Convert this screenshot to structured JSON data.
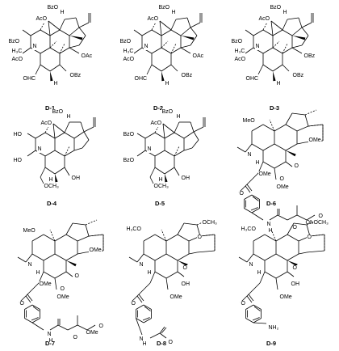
{
  "compounds": [
    {
      "id": "D-1",
      "labels": [
        "BzO",
        "H",
        "AcO",
        "BzO",
        "N",
        "H₃C",
        "AcO",
        "OAc",
        "OHC",
        "H",
        "OBz"
      ]
    },
    {
      "id": "D-2",
      "labels": [
        "BzO",
        "H",
        "AcO",
        "BzO",
        "N",
        "H₃C",
        "AcO",
        "OAc",
        "OHC",
        "H",
        "OBz"
      ]
    },
    {
      "id": "D-3",
      "labels": [
        "BzO",
        "H",
        "AcO",
        "BzO",
        "N",
        "H₃C",
        "AcO",
        "OBz",
        "OHC",
        "H",
        "OBz"
      ]
    },
    {
      "id": "D-4",
      "labels": [
        "BzO",
        "H",
        "AcO",
        "HO",
        "N",
        "HO",
        "H",
        "OCH₃",
        "OH"
      ]
    },
    {
      "id": "D-5",
      "labels": [
        "BzO",
        "H",
        "AcO",
        "BzO",
        "N",
        "BzO",
        "H",
        "OCH₃",
        "OH"
      ]
    },
    {
      "id": "D-6",
      "labels": [
        "OMe",
        "MeO",
        "OMe",
        "N",
        "H",
        "O",
        "O",
        "OMe",
        "O",
        "N",
        "H",
        "O",
        "OMe",
        "O"
      ]
    },
    {
      "id": "D-7",
      "labels": [
        "OMe",
        "MeO",
        "OMe",
        "N",
        "H",
        "O",
        "O",
        "OMe",
        "O",
        "N",
        "H",
        "O",
        "OMe",
        "O"
      ]
    },
    {
      "id": "D-8",
      "labels": [
        "OCH₃",
        "H₃CO",
        "O",
        "N",
        "H",
        "O",
        "OH",
        "OMe",
        "O",
        "N",
        "H",
        "O"
      ]
    },
    {
      "id": "D-9",
      "labels": [
        "OCH₃",
        "H₃CO",
        "O",
        "N",
        "H",
        "O",
        "OH",
        "OMe",
        "O",
        "NH₂"
      ]
    }
  ]
}
